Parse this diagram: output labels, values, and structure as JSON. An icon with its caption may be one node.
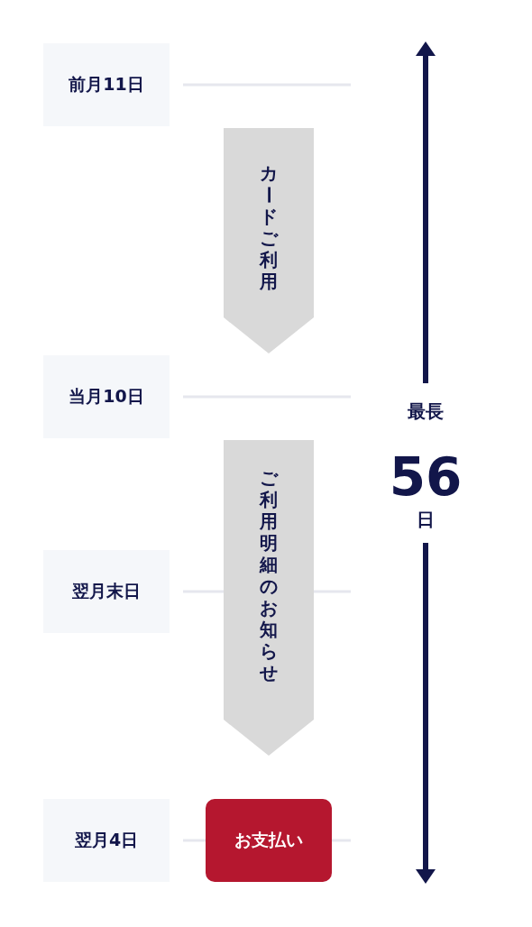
{
  "diagram": {
    "nodes": [
      {
        "text": [
          "前月11日"
        ]
      },
      {
        "text": [
          "カードご利用"
        ]
      },
      {
        "text": [
          "当月10日"
        ]
      },
      {
        "text": [
          "ご利用明細のお知らせ"
        ]
      },
      {
        "text": [
          "翌月末日"
        ]
      },
      {
        "text": [
          "翌月4日"
        ]
      },
      {
        "text": [
          "お支払い"
        ]
      }
    ],
    "labels": [
      "最長",
      "56",
      "日"
    ]
  }
}
